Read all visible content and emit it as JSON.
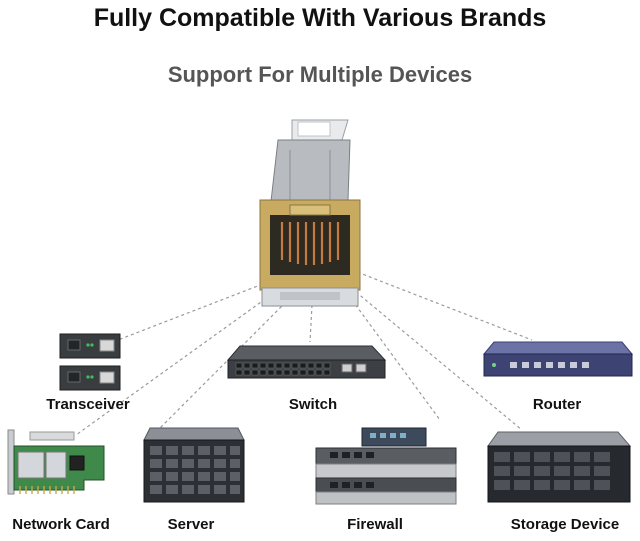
{
  "header": {
    "title": "Fully Compatible With Various Brands",
    "subtitle": "Support For Multiple Devices"
  },
  "devices": [
    {
      "label": "Transceiver",
      "icon": "media-converter-icon"
    },
    {
      "label": "Switch",
      "icon": "network-switch-icon"
    },
    {
      "label": "Router",
      "icon": "router-icon"
    },
    {
      "label": "Network Card",
      "icon": "network-card-icon"
    },
    {
      "label": "Server",
      "icon": "server-icon"
    },
    {
      "label": "Firewall",
      "icon": "firewall-icon"
    },
    {
      "label": "Storage Device",
      "icon": "storage-device-icon"
    }
  ],
  "colors": {
    "title": "#111111",
    "subtitle": "#555555",
    "module_metal": "#b8bcc0",
    "port_gold": "#c8aa60",
    "copper": "#c77a3f",
    "connector_line": "#9a9a9a"
  }
}
